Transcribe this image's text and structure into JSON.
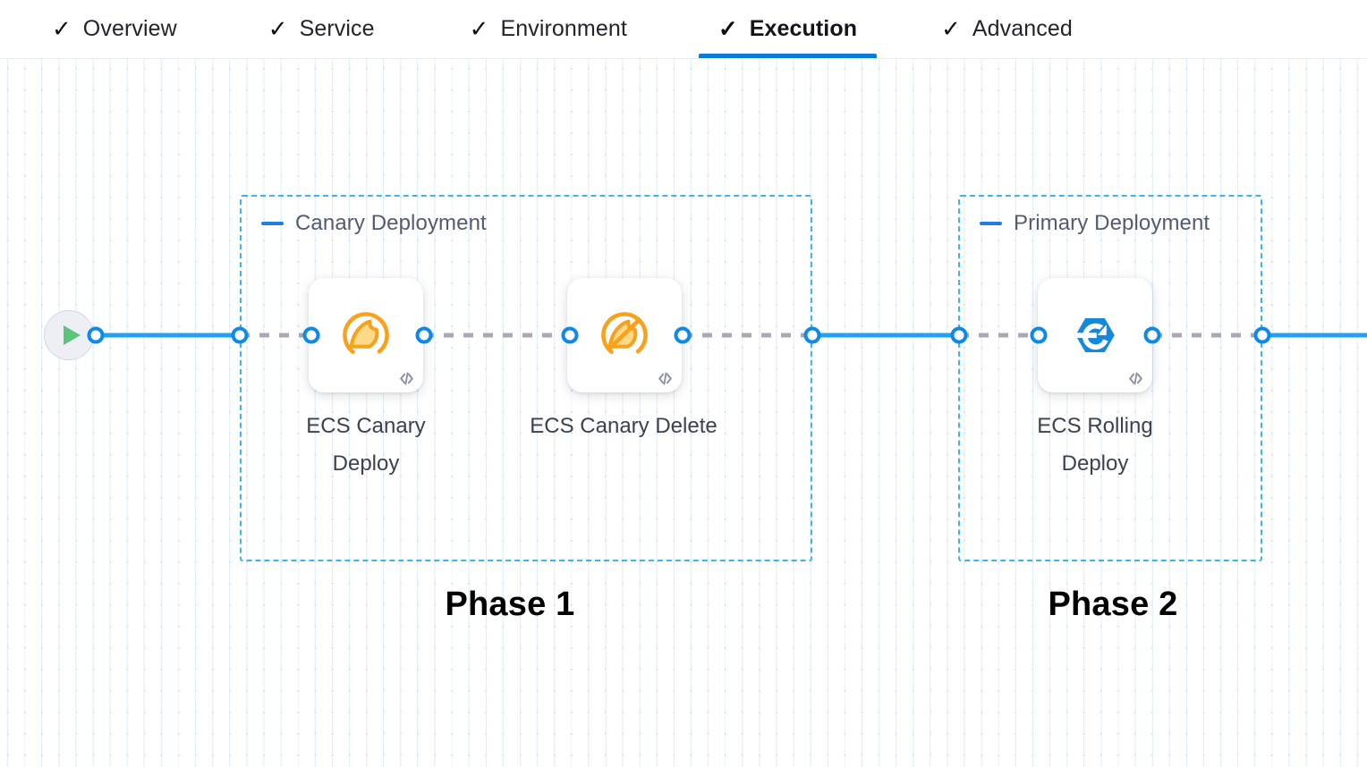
{
  "tabs": [
    {
      "label": "Overview",
      "icon": "check-icon",
      "active": false
    },
    {
      "label": "Service",
      "icon": "check-icon",
      "active": false
    },
    {
      "label": "Environment",
      "icon": "check-icon",
      "active": false
    },
    {
      "label": "Execution",
      "icon": "check-icon",
      "active": true
    },
    {
      "label": "Advanced",
      "icon": "check-icon",
      "active": false
    }
  ],
  "colors": {
    "active_tab_underline": "#0a7bd8",
    "group_border": "#3ab5f0",
    "edge_solid": "#23a3ef",
    "edge_dashed": "#a8a9b4",
    "port_ring": "#0d8ae8",
    "canary_icon": "#f9a11b",
    "rolling_icon": "#1289dd",
    "play_icon": "#5bc47e",
    "phase_label": "#000000"
  },
  "canvas": {
    "start_node": {
      "name": "pipeline-start",
      "icon": "play-icon"
    },
    "groups": [
      {
        "title": "Canary Deployment",
        "collapse_icon": "minus-icon",
        "phase_label": "Phase 1",
        "nodes": [
          {
            "label": "ECS Canary Deploy",
            "icon": "canary-bird-icon",
            "code_badge": "code-icon"
          },
          {
            "label": "ECS Canary Delete",
            "icon": "canary-bird-delete-icon",
            "code_badge": "code-icon"
          }
        ]
      },
      {
        "title": "Primary Deployment",
        "collapse_icon": "minus-icon",
        "phase_label": "Phase 2",
        "nodes": [
          {
            "label": "ECS Rolling Deploy",
            "icon": "rolling-deploy-icon",
            "code_badge": "code-icon"
          }
        ]
      }
    ]
  }
}
